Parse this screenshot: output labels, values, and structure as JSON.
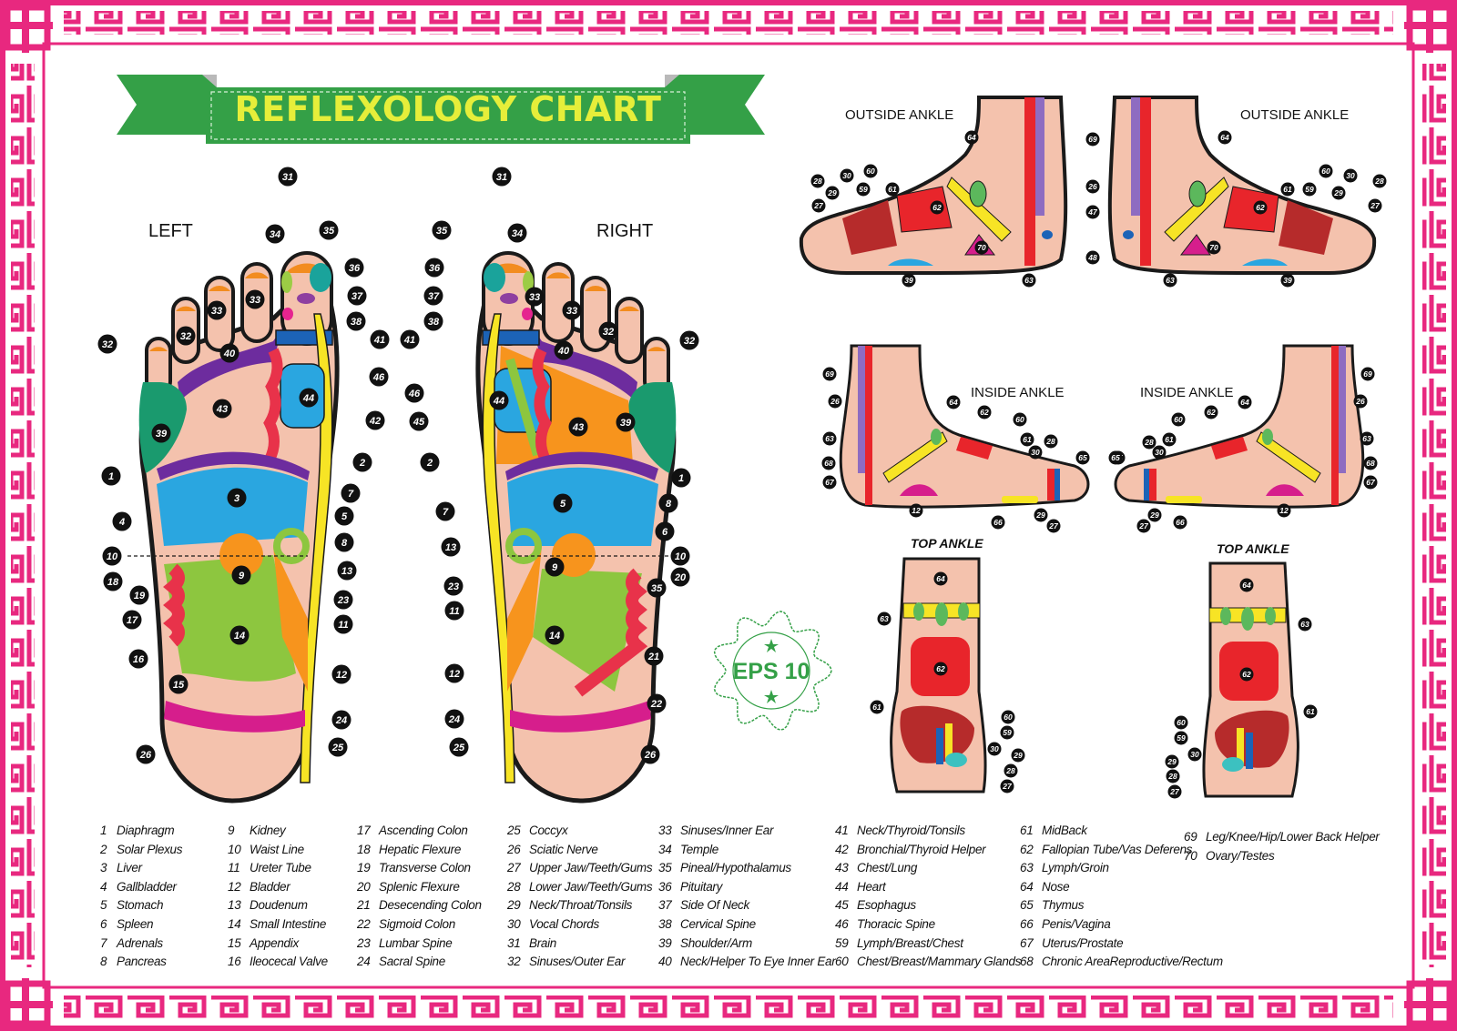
{
  "title": "REFLEXOLOGY CHART",
  "badge": {
    "text": "EPS 10"
  },
  "colors": {
    "border": "#e8287f",
    "banner": "#34a047",
    "banner_text": "#e6ee3a",
    "skin": "#f4c2ad",
    "outline": "#1a1a1a"
  },
  "views": {
    "left_sole": {
      "label": "LEFT"
    },
    "right_sole": {
      "label": "RIGHT"
    },
    "outside_ankle_left": {
      "label": "OUTSIDE ANKLE"
    },
    "outside_ankle_right": {
      "label": "OUTSIDE ANKLE"
    },
    "inside_ankle_left": {
      "label": "INSIDE ANKLE"
    },
    "inside_ankle_right": {
      "label": "INSIDE ANKLE"
    },
    "top_ankle_left": {
      "label": "TOP ANKLE"
    },
    "top_ankle_right": {
      "label": "TOP ANKLE"
    }
  },
  "legend": {
    "columns": [
      [
        {
          "num": "1",
          "label": "Diaphragm"
        },
        {
          "num": "2",
          "label": "Solar Plexus"
        },
        {
          "num": "3",
          "label": "Liver"
        },
        {
          "num": "4",
          "label": "Gallbladder"
        },
        {
          "num": "5",
          "label": "Stomach"
        },
        {
          "num": "6",
          "label": "Spleen"
        },
        {
          "num": "7",
          "label": "Adrenals"
        },
        {
          "num": "8",
          "label": "Pancreas"
        }
      ],
      [
        {
          "num": "9",
          "label": "Kidney"
        },
        {
          "num": "10",
          "label": "Waist Line"
        },
        {
          "num": "11",
          "label": "Ureter Tube"
        },
        {
          "num": "12",
          "label": "Bladder"
        },
        {
          "num": "13",
          "label": "Doudenum"
        },
        {
          "num": "14",
          "label": "Small Intestine"
        },
        {
          "num": "15",
          "label": "Appendix"
        },
        {
          "num": "16",
          "label": "Ileocecal Valve"
        }
      ],
      [
        {
          "num": "17",
          "label": "Ascending Colon"
        },
        {
          "num": "18",
          "label": "Hepatic Flexure"
        },
        {
          "num": "19",
          "label": "Transverse Colon"
        },
        {
          "num": "20",
          "label": "Splenic Flexure"
        },
        {
          "num": "21",
          "label": "Desecending Colon"
        },
        {
          "num": "22",
          "label": "Sigmoid Colon"
        },
        {
          "num": "23",
          "label": "Lumbar Spine"
        },
        {
          "num": "24",
          "label": "Sacral Spine"
        }
      ],
      [
        {
          "num": "25",
          "label": "Coccyx"
        },
        {
          "num": "26",
          "label": "Sciatic Nerve"
        },
        {
          "num": "27",
          "label": "Upper Jaw/Teeth/Gums"
        },
        {
          "num": "28",
          "label": "Lower Jaw/Teeth/Gums"
        },
        {
          "num": "29",
          "label": "Neck/Throat/Tonsils"
        },
        {
          "num": "30",
          "label": "Vocal Chords"
        },
        {
          "num": "31",
          "label": "Brain"
        },
        {
          "num": "32",
          "label": "Sinuses/Outer Ear"
        }
      ],
      [
        {
          "num": "33",
          "label": "Sinuses/Inner Ear"
        },
        {
          "num": "34",
          "label": "Temple"
        },
        {
          "num": "35",
          "label": "Pineal/Hypothalamus"
        },
        {
          "num": "36",
          "label": "Pituitary"
        },
        {
          "num": "37",
          "label": "Side Of Neck"
        },
        {
          "num": "38",
          "label": "Cervical Spine"
        },
        {
          "num": "39",
          "label": "Shoulder/Arm"
        },
        {
          "num": "40",
          "label": "Neck/Helper To Eye  Inner Ear"
        }
      ],
      [
        {
          "num": "41",
          "label": "Neck/Thyroid/Tonsils"
        },
        {
          "num": "42",
          "label": "Bronchial/Thyroid Helper"
        },
        {
          "num": "43",
          "label": "Chest/Lung"
        },
        {
          "num": "44",
          "label": "Heart"
        },
        {
          "num": "45",
          "label": "Esophagus"
        },
        {
          "num": "46",
          "label": "Thoracic Spine"
        },
        {
          "num": "59",
          "label": "Lymph/Breast/Chest"
        },
        {
          "num": "60",
          "label": "Chest/Breast/Mammary Glands"
        }
      ],
      [
        {
          "num": "61",
          "label": "MidBack"
        },
        {
          "num": "62",
          "label": "Fallopian Tube/Vas Deferens"
        },
        {
          "num": "63",
          "label": "Lymph/Groin"
        },
        {
          "num": "64",
          "label": "Nose"
        },
        {
          "num": "65",
          "label": "Thymus"
        },
        {
          "num": "66",
          "label": "Penis/Vagina"
        },
        {
          "num": "67",
          "label": "Uterus/Prostate"
        },
        {
          "num": "68",
          "label": "Chronic AreaReproductive/Rectum"
        }
      ],
      [
        {
          "num": "69",
          "label": "Leg/Knee/Hip/Lower Back Helper"
        },
        {
          "num": "70",
          "label": "Ovary/Testes"
        }
      ]
    ]
  },
  "markers": {
    "left_sole": [
      "31",
      "34",
      "35",
      "36",
      "37",
      "38",
      "41",
      "46",
      "42",
      "44",
      "43",
      "39",
      "32",
      "32",
      "33",
      "33",
      "40",
      "2",
      "1",
      "3",
      "4",
      "7",
      "5",
      "8",
      "10",
      "13",
      "9",
      "18",
      "19",
      "17",
      "14",
      "16",
      "15",
      "23",
      "11",
      "12",
      "24",
      "25",
      "26"
    ],
    "right_sole": [
      "31",
      "35",
      "34",
      "36",
      "37",
      "38",
      "41",
      "46",
      "45",
      "44",
      "43",
      "39",
      "40",
      "33",
      "33",
      "32",
      "32",
      "2",
      "1",
      "7",
      "5",
      "8",
      "6",
      "13",
      "10",
      "9",
      "23",
      "20",
      "35",
      "11",
      "14",
      "21",
      "12",
      "22",
      "24",
      "25",
      "26"
    ],
    "outside_ankle_left": [
      "64",
      "28",
      "30",
      "60",
      "29",
      "59",
      "61",
      "27",
      "62",
      "70",
      "69",
      "26",
      "47",
      "48",
      "63",
      "39"
    ],
    "outside_ankle_right": [
      "64",
      "60",
      "30",
      "28",
      "59",
      "29",
      "61",
      "27",
      "62",
      "70",
      "63",
      "39"
    ],
    "inside_ankle_left": [
      "69",
      "26",
      "64",
      "62",
      "63",
      "68",
      "67",
      "60",
      "61",
      "30",
      "28",
      "65",
      "12",
      "66",
      "29",
      "27"
    ],
    "inside_ankle_right": [
      "69",
      "26",
      "64",
      "62",
      "63",
      "68",
      "67",
      "65",
      "28",
      "61",
      "30",
      "60",
      "12",
      "27",
      "29",
      "66",
      "65"
    ],
    "top_ankle_left": [
      "64",
      "63",
      "62",
      "61",
      "60",
      "59",
      "30",
      "29",
      "28",
      "27"
    ],
    "top_ankle_right": [
      "64",
      "63",
      "62",
      "61",
      "60",
      "59",
      "30",
      "29",
      "28",
      "27"
    ]
  }
}
